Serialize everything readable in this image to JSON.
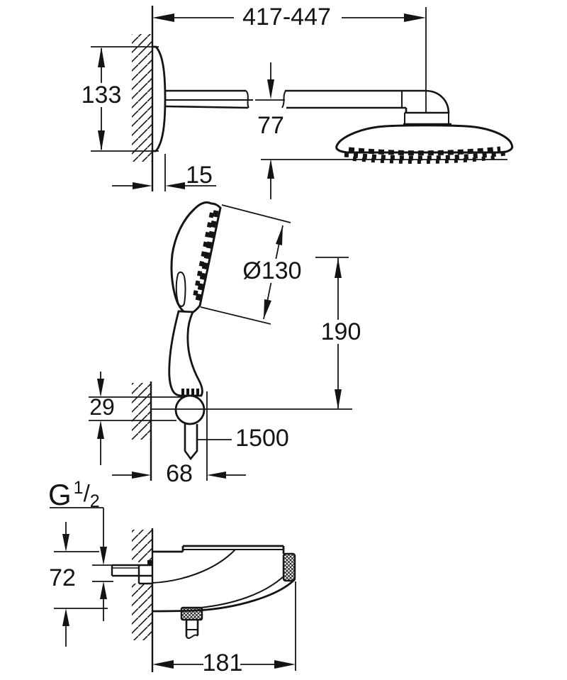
{
  "drawing": {
    "kind": "technical-dimensional-drawing",
    "colors": {
      "background": "#ffffff",
      "ink": "#141414"
    }
  },
  "labels": {
    "dim_width": "417-447",
    "dim_plate_height": "133",
    "dim_arm_drop": "77",
    "dim_plate_depth": "15",
    "dim_hand_diameter": "Ø130",
    "dim_hand_height": "190",
    "dim_holder_height": "29",
    "dim_hose_length": "1500",
    "dim_holder_offset": "68",
    "thread_g": "G",
    "thread_numerator": "1",
    "thread_slash": "/",
    "thread_denominator": "2",
    "dim_valve_height": "72",
    "dim_valve_width": "181"
  }
}
